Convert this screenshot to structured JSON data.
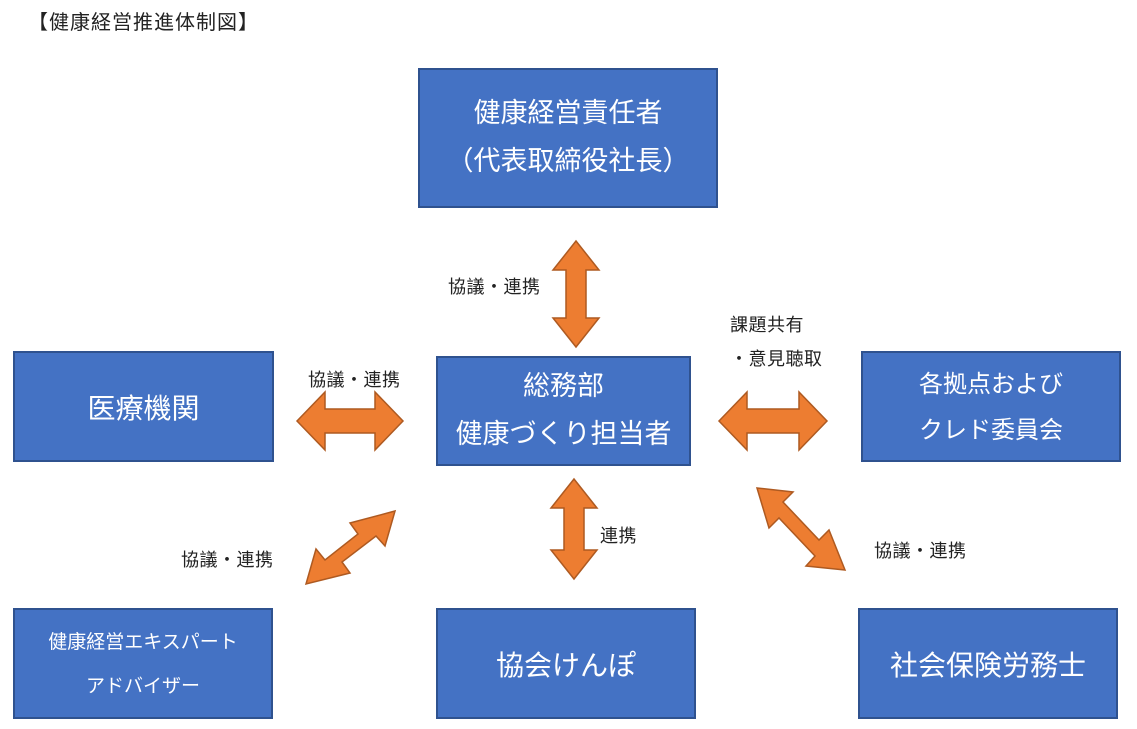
{
  "title": "【健康経営推進体制図】",
  "colors": {
    "box_fill": "#4472c4",
    "box_border": "#2f528f",
    "box_text": "#ffffff",
    "arrow_fill": "#ed7d31",
    "arrow_border": "#ae5a21"
  },
  "boxes": {
    "top": {
      "line1": "健康経営責任者",
      "line2": "（代表取締役社長）"
    },
    "center": {
      "line1": "総務部",
      "line2": "健康づくり担当者"
    },
    "left": {
      "line1": "医療機関"
    },
    "right": {
      "line1": "各拠点および",
      "line2": "クレド委員会"
    },
    "bottom_left": {
      "line1": "健康経営エキスパート",
      "line2": "アドバイザー"
    },
    "bottom_center": {
      "line1": "協会けんぽ"
    },
    "bottom_right": {
      "line1": "社会保険労務士"
    }
  },
  "labels": {
    "top": "協議・連携",
    "left": "協議・連携",
    "right_line1": "課題共有",
    "right_line2": "・意見聴取",
    "bottom_left": "協議・連携",
    "bottom_center": "連携",
    "bottom_right": "協議・連携"
  },
  "arrows": [
    {
      "name": "arrow-center-top",
      "direction": "vertical"
    },
    {
      "name": "arrow-center-left",
      "direction": "horizontal"
    },
    {
      "name": "arrow-center-right",
      "direction": "horizontal"
    },
    {
      "name": "arrow-center-bottom-left",
      "direction": "diagonal"
    },
    {
      "name": "arrow-center-bottom",
      "direction": "vertical"
    },
    {
      "name": "arrow-center-bottom-right",
      "direction": "diagonal"
    }
  ]
}
